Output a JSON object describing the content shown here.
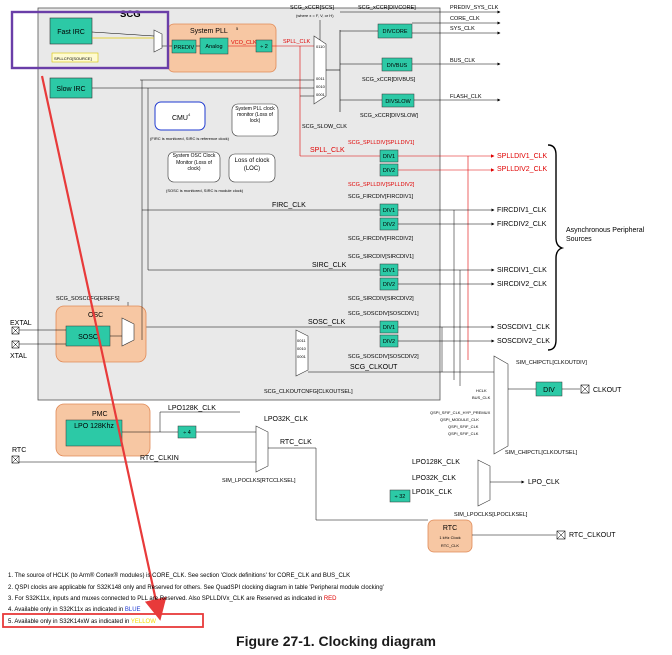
{
  "title": "SCG",
  "blocks": {
    "fast_irc": "Fast IRC",
    "slow_irc": "Slow IRC",
    "system_pll": "System PLL",
    "system_pll_sup": "5",
    "prediv": "PREDIV",
    "analog": "Analog",
    "div2": "÷ 2",
    "cmu": "CMU",
    "cmu_sup": "4",
    "firc_note": "(FIRC is monitored, SIRC is reference clock)",
    "pll_monitor": "System PLL clock monitor (Loss of lock)",
    "osc_monitor": "System OSC Clock Monitor (Loss of clock)",
    "sosc_note": "(SOSC is monitored, SIRC is module clock)",
    "loc": "Loss of clock (LOC)",
    "osc": "OSC",
    "sosc": "SOSC",
    "pmc": "PMC",
    "lpo": "LPO 128Khz",
    "div4": "÷ 4",
    "div32": "÷ 32",
    "rtc": "RTC",
    "rtc_clock": "1 kHz Clock",
    "rtc_clk": "RTC_CLK",
    "divcore": "DIVCORE",
    "divbus": "DIVBUS",
    "divslow": "DIVSLOW",
    "div": "DIV",
    "div1": "DIV1",
    "div2b": "DIV2",
    "async_sources": "Asynchronous Peripheral Sources"
  },
  "signals": {
    "scg_xccr_scs": "SCG_xCCR[SCS]",
    "scs_where": "(where x = F, V, or H)",
    "scg_xccr_divcore": "SCG_xCCR[DIVCORE]",
    "scg_xccr_divbus": "SCG_xCCR[DIVBUS]",
    "scg_xccr_divslow": "SCG_xCCR[DIVSLOW]",
    "scg_slow_clk": "SCG_SLOW_CLK",
    "predivsys_clk": "PREDIV_SYS_CLK",
    "core_clk": "CORE_CLK",
    "sys_clk": "SYS_CLK",
    "bus_clk": "BUS_CLK",
    "flash_clk": "FLASH_CLK",
    "spllcfg": "SPLLCFG[SOURCE]",
    "vco_clk": "VCO_CLK",
    "spll_clk": "SPLL_CLK",
    "spll_clk2": "SPLL_CLK",
    "scg_splldiv1": "SCG_SPLLDIV[SPLLDIV1]",
    "scg_splldiv2": "SCG_SPLLDIV[SPLLDIV2]",
    "splldiv1_clk": "SPLLDIV1_CLK",
    "splldiv2_clk": "SPLLDIV2_CLK",
    "firc_clk": "FIRC_CLK",
    "scg_fircdiv1": "SCG_FIRCDIV[FIRCDIV1]",
    "scg_fircdiv2": "SCG_FIRCDIV[FIRCDIV2]",
    "fircdiv1_clk": "FIRCDIV1_CLK",
    "fircdiv2_clk": "FIRCDIV2_CLK",
    "sirc_clk": "SIRC_CLK",
    "scg_sircdiv1": "SCG_SIRCDIV[SIRCDIV1]",
    "scg_sircdiv2": "SCG_SIRCDIV[SIRCDIV2]",
    "sircdiv1_clk": "SIRCDIV1_CLK",
    "sircdiv2_clk": "SIRCDIV2_CLK",
    "sosc_clk": "SOSC_CLK",
    "scg_soscdiv1": "SCG_SOSCDIV[SOSCDIV1]",
    "scg_soscdiv2": "SCG_SOSCDIV[SOSCDIV2]",
    "soscdiv1_clk": "SOSCDIV1_CLK",
    "soscdiv2_clk": "SOSCDIV2_CLK",
    "scg_sosccfg": "SCG_SOSCCFG[EREFS]",
    "extal": "EXTAL",
    "xtal": "XTAL",
    "scg_clkout": "SCG_CLKOUT",
    "scg_clkoutcnfg": "SCG_CLKOUTCNFG[CLKOUTSEL]",
    "sim_chipctl_clkoutdiv": "SIM_CHIPCTL[CLKOUTDIV]",
    "sim_chipctl_clkoutsel": "SIM_CHIPCTL[CLKOUTSEL]",
    "clkout": "CLKOUT",
    "lpo128k_clk": "LPO128K_CLK",
    "lpo32k_clk": "LPO32K_CLK",
    "rtc_clk_sig": "RTC_CLK",
    "rtc_pin": "RTC",
    "rtc_clkin": "RTC_CLKIN",
    "sim_lpoclks_rtcclksel": "SIM_LPOCLKS[RTCCLKSEL]",
    "lpo128k_clk2": "LPO128K_CLK",
    "lpo32k_clk2": "LPO32K_CLK",
    "lpo1k_clk": "LPO1K_CLK",
    "lpo_clk": "LPO_CLK",
    "sim_lpoclks_lpoclksel": "SIM_LPOCLKS[LPOCLKSEL]",
    "rtc_clkout": "RTC_CLKOUT",
    "mux_0001": "0001",
    "mux_0010": "0010",
    "mux_0011": "0011",
    "mux_0110": "0110",
    "hclk": "HCLK",
    "bus_clk_small": "BUS_CLK",
    "qspi1": "QSPI_SFIF_CLK_HYP_PREMUX",
    "qspi2": "QSPI_MODULE_CLK",
    "qspi3": "QSPI_SFIF_CLK",
    "qspi4": "QSPI_SFIF_CLK"
  },
  "footnotes": {
    "n1": "1. The source of HCLK (to Arm® Cortex® modules) is CORE_CLK. See section 'Clock definitions' for CORE_CLK and BUS_CLK",
    "n2": "2. QSPI clocks are applicable for S32K148 only and Reserved for others. See QuadSPI clocking diagram in table 'Peripheral module clocking'",
    "n3a": "3. For S32K11x, inputs and muxes connected to PLL are Reserved. Also SPLLDIVx_CLK are Reserved as indicated in ",
    "n3b": "RED",
    "n4a": "4. Available only in S32K11x as indicated in ",
    "n4b": "BLUE",
    "n5a": "5. Available only in S32K14xW as indicated in ",
    "n5b": "YELLOW"
  },
  "caption": "Figure 27-1. Clocking diagram",
  "colors": {
    "teal": "#2cc9a6",
    "peach": "#f7c7a3",
    "orange_border": "#e08a57",
    "scg_bg": "#e9e9e9",
    "red": "#e00000",
    "blue": "#1f3ad1",
    "purple": "#6a3ea8",
    "annot_red": "#e83a3a"
  }
}
